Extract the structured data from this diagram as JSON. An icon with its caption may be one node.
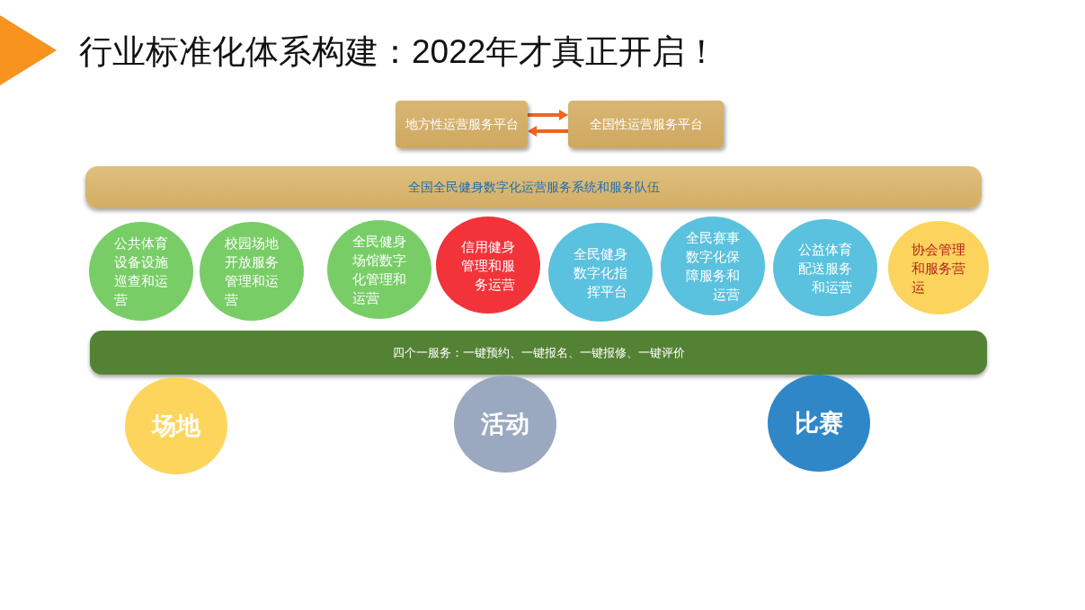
{
  "diagram": {
    "title": "行业标准化体系构建：2022年才真正开启！",
    "nodes": [
      {
        "text": [
          "地方性运营服务平台"
        ]
      },
      {
        "text": [
          "全国性运营服务平台"
        ]
      },
      {
        "text": [
          "全国全民健身数字化运营服务系统和服务队伍"
        ]
      },
      {
        "text": [
          "公共体育设备设施巡查和运营"
        ]
      },
      {
        "text": [
          "校园场地开放服务管理和运营"
        ]
      },
      {
        "text": [
          "全民健身场馆数字化管理和运营"
        ]
      },
      {
        "text": [
          "信用健身管理和服务运营"
        ]
      },
      {
        "text": [
          "全民健身数字化指挥平台"
        ]
      },
      {
        "text": [
          "全民赛事数字化保障服务和运营"
        ]
      },
      {
        "text": [
          "公益体育配送服务和运营"
        ]
      },
      {
        "text": [
          "协会管理和服务营运"
        ]
      },
      {
        "text": [
          "四个一服务：一键预约、一键报名、一键报修、一键评价"
        ]
      },
      {
        "text": [
          "场地"
        ]
      },
      {
        "text": [
          "活动"
        ]
      },
      {
        "text": [
          "比赛"
        ]
      }
    ],
    "edges": [
      {
        "from": 0,
        "to": 1,
        "arrow": "to"
      },
      {
        "from": 1,
        "to": 0,
        "arrow": "to"
      }
    ]
  }
}
